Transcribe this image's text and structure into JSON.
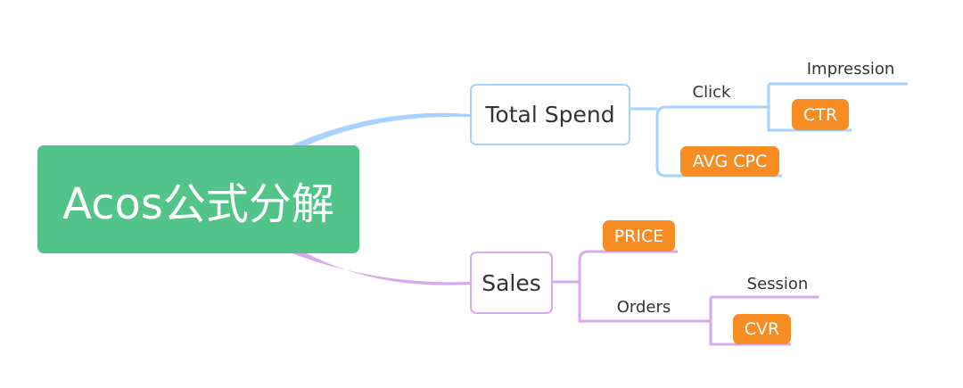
{
  "root": {
    "label": "Acos公式分解"
  },
  "branches": {
    "total_spend": {
      "label": "Total Spend",
      "click": {
        "label": "Click",
        "impression": "Impression",
        "ctr": "CTR"
      },
      "avg_cpc": "AVG CPC"
    },
    "sales": {
      "label": "Sales",
      "price": "PRICE",
      "orders": {
        "label": "Orders",
        "session": "Session",
        "cvr": "CVR"
      }
    }
  },
  "colors": {
    "root": "#52c48a",
    "blue_branch": "#a6d2ff",
    "purple_branch": "#d7aaee",
    "badge": "#f68c22"
  }
}
